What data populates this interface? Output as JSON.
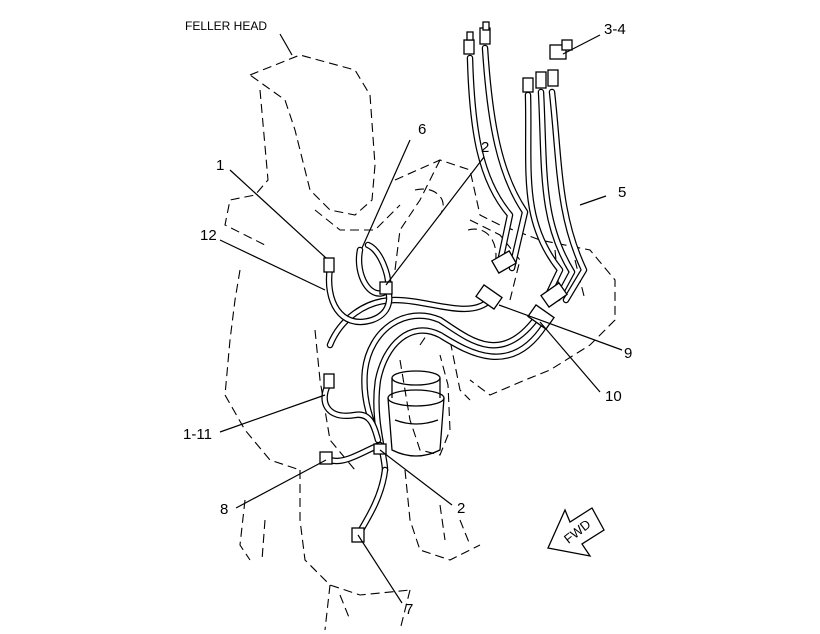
{
  "diagram": {
    "title": "FELLER HEAD",
    "direction_arrow": "FWD",
    "callouts": [
      {
        "id": "c1",
        "text": "1"
      },
      {
        "id": "c2a",
        "text": "2"
      },
      {
        "id": "c2b",
        "text": "2"
      },
      {
        "id": "c3",
        "text": "3-4"
      },
      {
        "id": "c5",
        "text": "5"
      },
      {
        "id": "c6",
        "text": "6"
      },
      {
        "id": "c7",
        "text": "7"
      },
      {
        "id": "c8",
        "text": "8"
      },
      {
        "id": "c9",
        "text": "9"
      },
      {
        "id": "c10",
        "text": "10"
      },
      {
        "id": "c11",
        "text": "1-11"
      },
      {
        "id": "c12",
        "text": "12"
      }
    ]
  }
}
